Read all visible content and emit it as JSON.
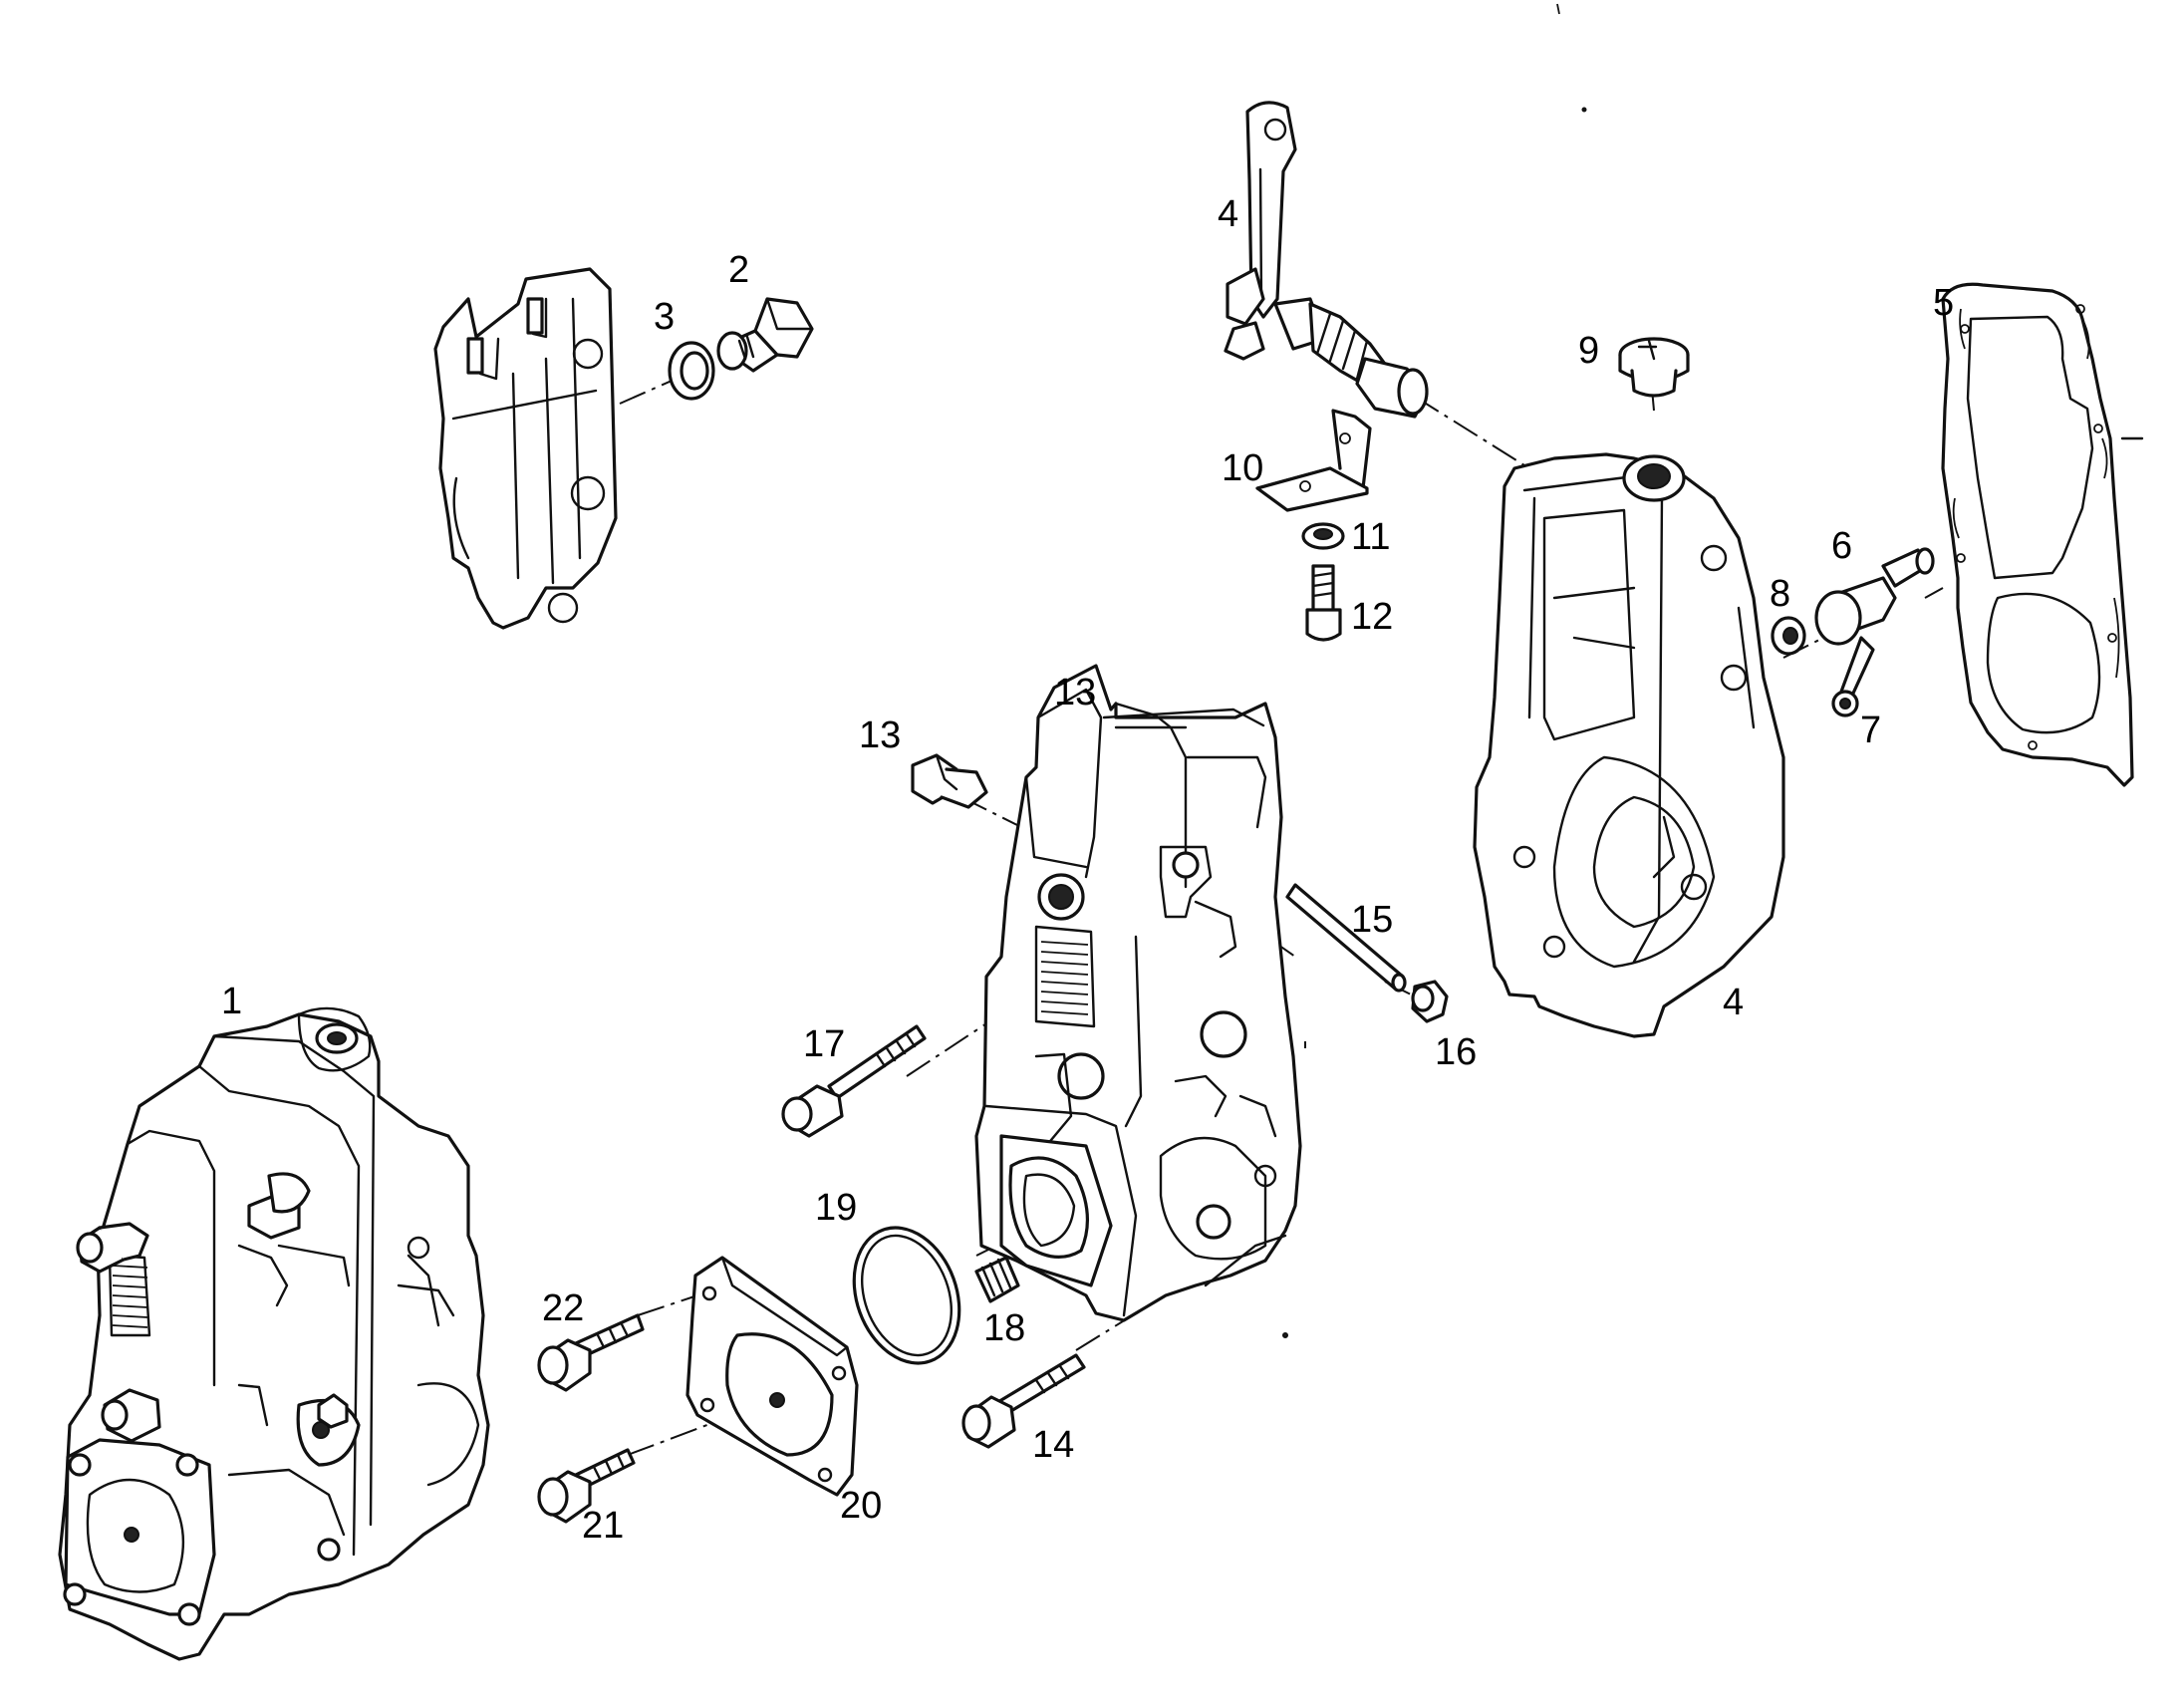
{
  "callouts": {
    "c1": "1",
    "c2": "2",
    "c3": "3",
    "c4a": "4",
    "c4b": "4",
    "c5": "5",
    "c6": "6",
    "c7": "7",
    "c8": "8",
    "c9": "9",
    "c10": "10",
    "c11": "11",
    "c12": "12",
    "c13a": "13",
    "c13b": "13",
    "c14": "14",
    "c15": "15",
    "c16": "16",
    "c17": "17",
    "c18": "18",
    "c19": "19",
    "c20": "20",
    "c21": "21",
    "c22": "22"
  }
}
